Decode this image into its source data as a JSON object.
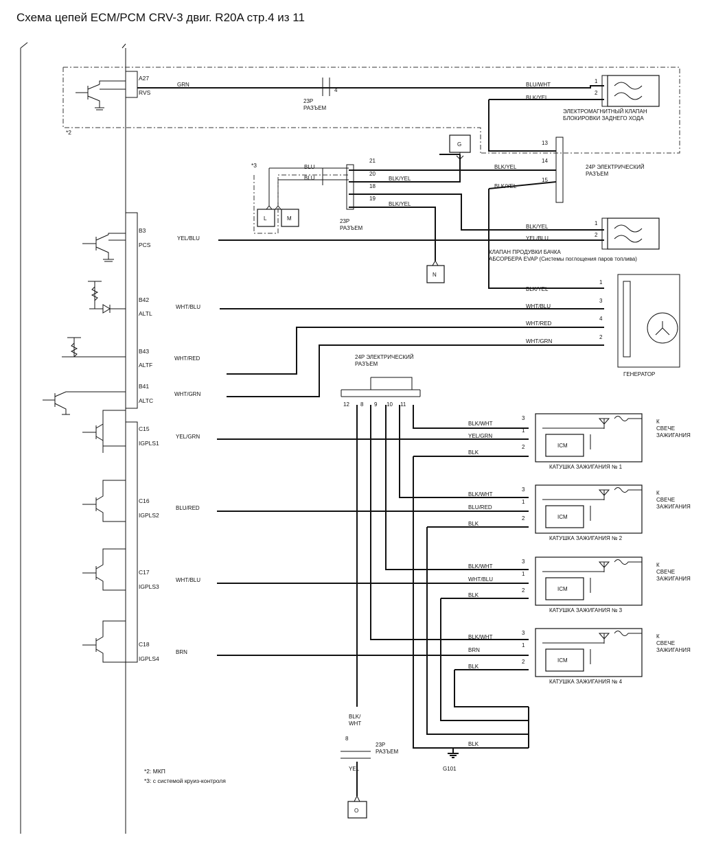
{
  "title": "Схема цепей ECM/PCM CRV-3 двиг. R20A  стр.4 из 11",
  "ecm": {
    "pins": [
      {
        "id": "A27",
        "name": "RVS",
        "wire": "GRN"
      },
      {
        "id": "B3",
        "name": "PCS",
        "wire": "YEL/BLU"
      },
      {
        "id": "B42",
        "name": "ALTL",
        "wire": "WHT/BLU"
      },
      {
        "id": "B43",
        "name": "ALTF",
        "wire": "WHT/RED"
      },
      {
        "id": "B41",
        "name": "ALTC",
        "wire": "WHT/GRN"
      },
      {
        "id": "C15",
        "name": "IGPLS1",
        "wire": "YEL/GRN"
      },
      {
        "id": "C16",
        "name": "IGPLS2",
        "wire": "BLU/RED"
      },
      {
        "id": "C17",
        "name": "IGPLS3",
        "wire": "WHT/BLU"
      },
      {
        "id": "C18",
        "name": "IGPLS4",
        "wire": "BRN"
      }
    ]
  },
  "connectors": {
    "c23p_label": "23P",
    "razem": "РАЗЪЕМ",
    "c24p_label": "24P ЭЛЕКТРИЧЕСКИЙ",
    "pin4": "4",
    "pins_21_18": [
      "21",
      "20",
      "18",
      "19"
    ],
    "pins_13_15": [
      "13",
      "14",
      "15"
    ],
    "pins_24p_bottom": [
      "12",
      "8",
      "9",
      "10",
      "11"
    ],
    "pin8": "8"
  },
  "wires": {
    "blu": "BLU",
    "blu_wht": "BLU/WHT",
    "blk_yel": "BLK/YEL",
    "yel_blu": "YEL/BLU",
    "wht_blu": "WHT/BLU",
    "wht_red": "WHT/RED",
    "wht_grn": "WHT/GRN",
    "blk_wht": "BLK/WHT",
    "blk": "BLK",
    "blk_slash": "BLK/",
    "wht": "WHT",
    "yel": "YEL"
  },
  "components": {
    "reverse_valve": [
      "ЭЛЕКТРОМАГНИТНЫЙ КЛАПАН",
      "БЛОКИРОВКИ ЗАДНЕГО ХОДА"
    ],
    "purge_valve": [
      "КЛАПАН ПРОДУВКИ БАЧКА",
      "АБСОРБЕРА EVAP (Системы поглощения паров топлива)"
    ],
    "generator": "ГЕНЕРАТОР",
    "icm": "ICM",
    "spark_to": "К",
    "spark_plug": [
      "СВЕЧЕ",
      "ЗАЖИГАНИЯ"
    ],
    "coils": [
      "КАТУШКА ЗАЖИГАНИЯ № 1",
      "КАТУШКА ЗАЖИГАНИЯ № 2",
      "КАТУШКА ЗАЖИГАНИЯ № 3",
      "КАТУШКА ЗАЖИГАНИЯ № 4"
    ],
    "coil_pins": [
      "3",
      "1",
      "2"
    ],
    "valve_pins": [
      "1",
      "2"
    ],
    "gen_pins": [
      "1",
      "3",
      "4",
      "2"
    ],
    "ground": "G101"
  },
  "refs": {
    "G": "G",
    "L": "L",
    "M": "M",
    "N": "N",
    "O": "O"
  },
  "notes": {
    "star2": "*2",
    "star3": "*3",
    "note2": "*2: МКП",
    "note3": "*3: с системой круиз-контроля"
  }
}
